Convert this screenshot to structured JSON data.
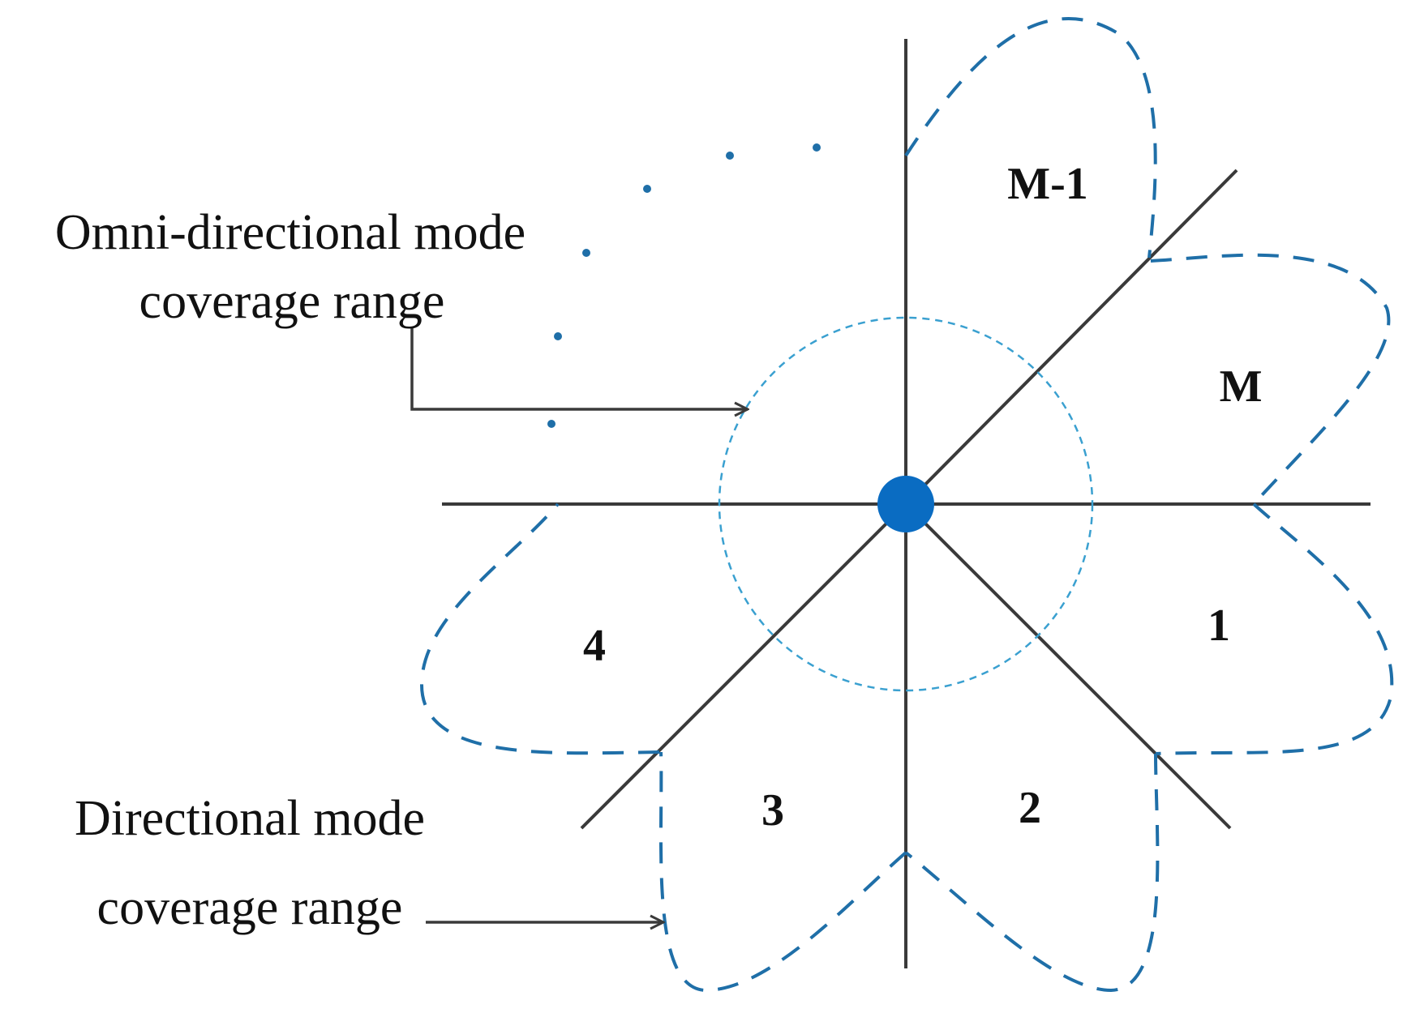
{
  "labels": {
    "omni_line1": "Omni-directional mode",
    "omni_line2": "coverage range",
    "dir_line1": "Directional mode",
    "dir_line2": "coverage range"
  },
  "sectors": {
    "s1": "1",
    "s2": "2",
    "s3": "3",
    "s4": "4",
    "sm": "M",
    "sm1": "M-1"
  },
  "colors": {
    "axis": "#3a3a3a",
    "beam": "#1f6fa8",
    "omni": "#3aa0d0",
    "node": "#0a6cc2",
    "dots": "#1f6fa8",
    "arrow": "#3a3a3a"
  },
  "icons": {
    "node": "antenna-node-icon",
    "arrow": "arrow-right-icon"
  }
}
